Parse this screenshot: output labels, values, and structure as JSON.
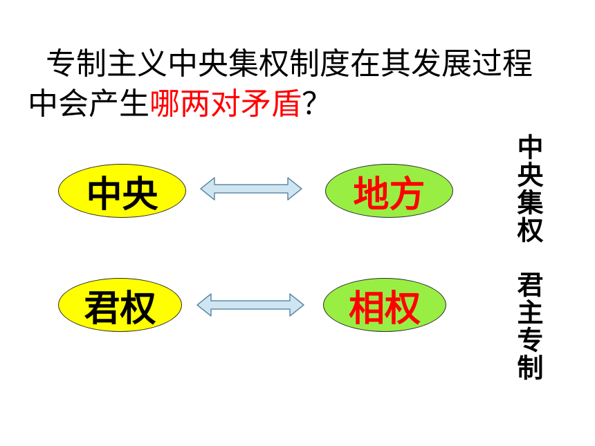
{
  "question": {
    "prefix": "专制主义中央集权制度在其发展过程中会产生",
    "highlight": "哪两对矛盾",
    "suffix": "？"
  },
  "pairs": [
    {
      "left": "中央",
      "right": "地方"
    },
    {
      "left": "君权",
      "right": "相权"
    }
  ],
  "side_labels": [
    "中央集权",
    "君主专制"
  ],
  "colors": {
    "yellow_oval": "#ffff00",
    "green_oval": "#99ee44",
    "highlight_text": "#ff0000",
    "arrow_fill": "#cfe6f2",
    "arrow_stroke": "#5e8aa5"
  }
}
